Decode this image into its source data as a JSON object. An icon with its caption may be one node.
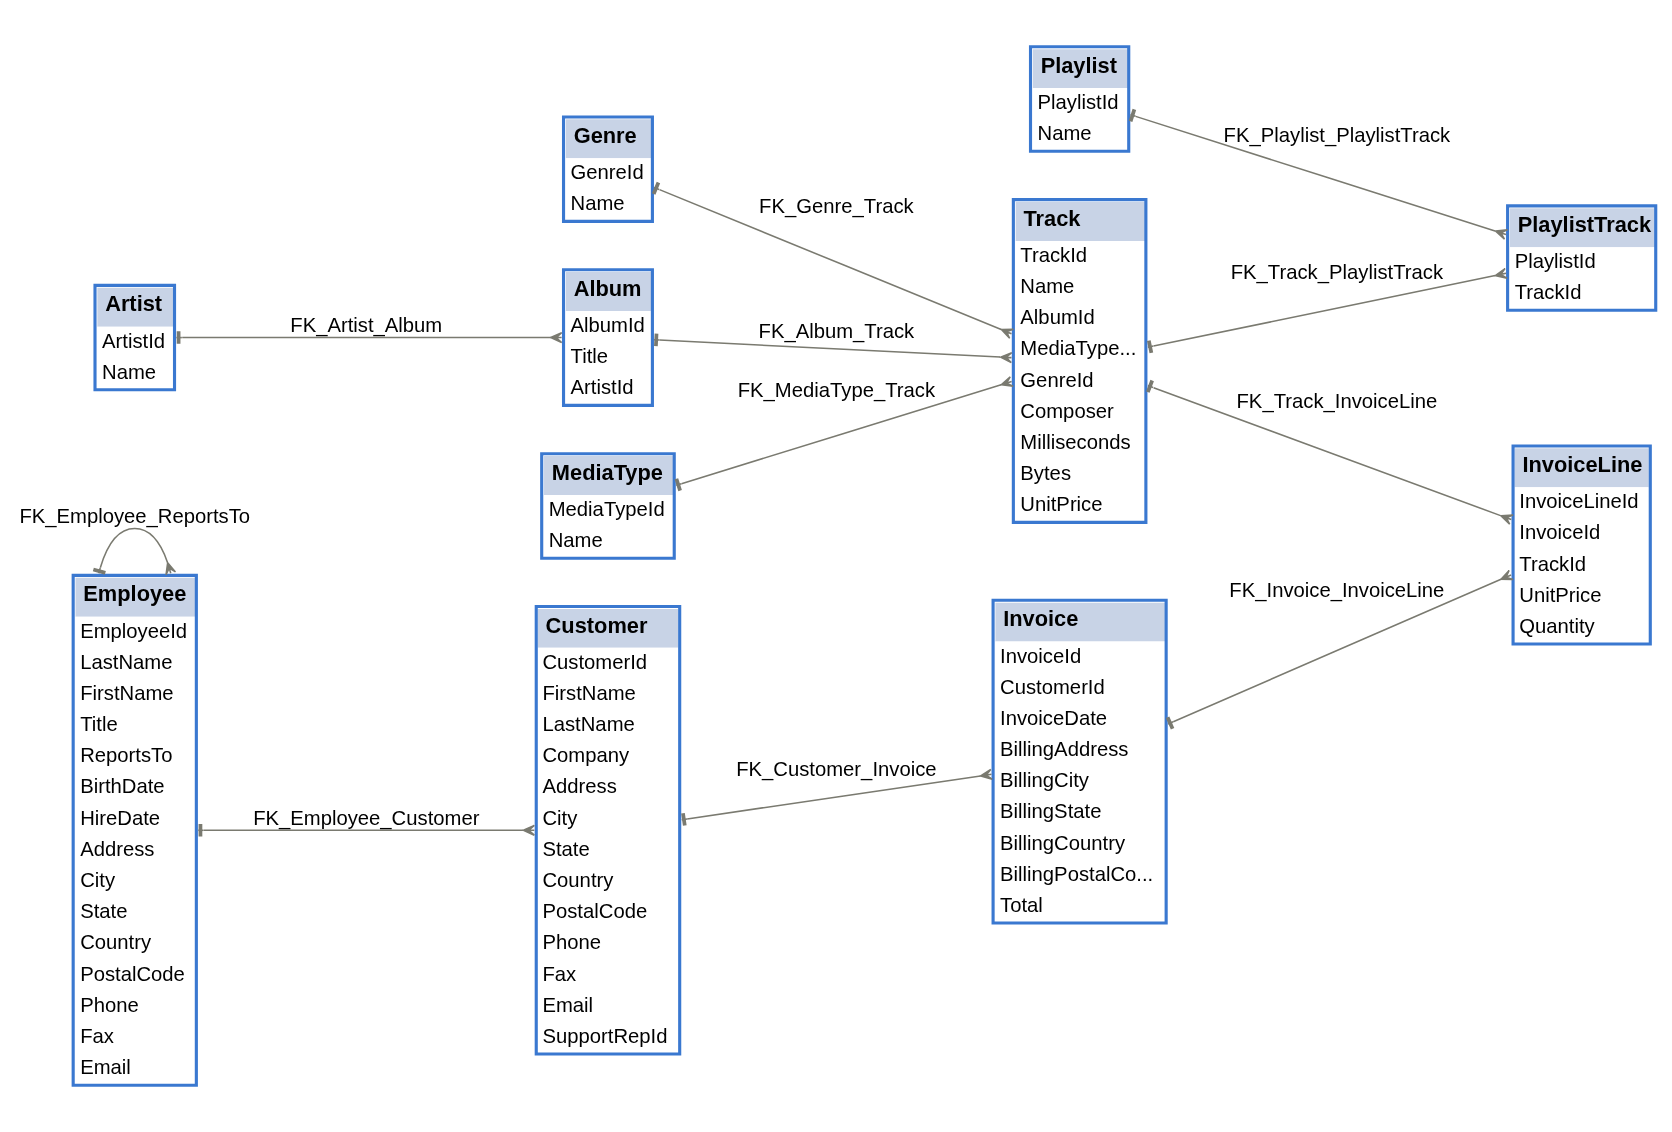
{
  "diagram": {
    "nodes": [
      {
        "text": [
          "Artist",
          "ArtistId",
          "Name"
        ]
      },
      {
        "text": [
          "Album",
          "AlbumId",
          "Title",
          "ArtistId"
        ]
      },
      {
        "text": [
          "Track",
          "TrackId",
          "Name",
          "AlbumId",
          "MediaType...",
          "GenreId",
          "Composer",
          "Milliseconds",
          "Bytes",
          "UnitPrice"
        ]
      },
      {
        "text": [
          "MediaType",
          "MediaTypeId",
          "Name"
        ]
      },
      {
        "text": [
          "Playlist",
          "PlaylistId",
          "Name"
        ]
      },
      {
        "text": [
          "PlaylistTrack",
          "PlaylistId",
          "TrackId"
        ]
      },
      {
        "text": [
          "Genre",
          "GenreId",
          "Name"
        ]
      },
      {
        "text": [
          "InvoiceLine",
          "InvoiceLineId",
          "InvoiceId",
          "TrackId",
          "UnitPrice",
          "Quantity"
        ]
      },
      {
        "text": [
          "Employee",
          "EmployeeId",
          "LastName",
          "FirstName",
          "Title",
          "ReportsTo",
          "BirthDate",
          "HireDate",
          "Address",
          "City",
          "State",
          "Country",
          "PostalCode",
          "Phone",
          "Fax",
          "Email"
        ]
      },
      {
        "text": [
          "Customer",
          "CustomerId",
          "FirstName",
          "LastName",
          "Company",
          "Address",
          "City",
          "State",
          "Country",
          "PostalCode",
          "Phone",
          "Fax",
          "Email",
          "SupportRepId"
        ]
      },
      {
        "text": [
          "Invoice",
          "InvoiceId",
          "CustomerId",
          "InvoiceDate",
          "BillingAddress",
          "BillingCity",
          "BillingState",
          "BillingCountry",
          "BillingPostalCo...",
          "Total"
        ]
      }
    ],
    "edges": [
      {
        "from": 0,
        "to": 1,
        "arrow": "other",
        "label": "FK_Artist_Album"
      },
      {
        "from": 1,
        "to": 2,
        "arrow": "other",
        "label": "FK_Album_Track"
      },
      {
        "from": 3,
        "to": 2,
        "arrow": "other",
        "label": "FK_MediaType_Track"
      },
      {
        "from": 4,
        "to": 5,
        "arrow": "other",
        "label": "FK_Playlist_PlaylistTrack"
      },
      {
        "from": 2,
        "to": 5,
        "arrow": "other",
        "label": "FK_Track_PlaylistTrack"
      },
      {
        "from": 6,
        "to": 2,
        "arrow": "other",
        "label": "FK_Genre_Track"
      },
      {
        "from": 2,
        "to": 7,
        "arrow": "other",
        "label": "FK_Track_InvoiceLine"
      },
      {
        "from": 8,
        "to": 8,
        "arrow": "other",
        "label": "FK_Employee_ReportsTo"
      },
      {
        "from": 10,
        "to": 7,
        "arrow": "other",
        "label": "FK_Invoice_InvoiceLine"
      },
      {
        "from": 8,
        "to": 9,
        "arrow": "other",
        "label": "FK_Employee_Customer"
      },
      {
        "from": 9,
        "to": 10,
        "arrow": "other",
        "label": "FK_Customer_Invoice"
      }
    ]
  }
}
